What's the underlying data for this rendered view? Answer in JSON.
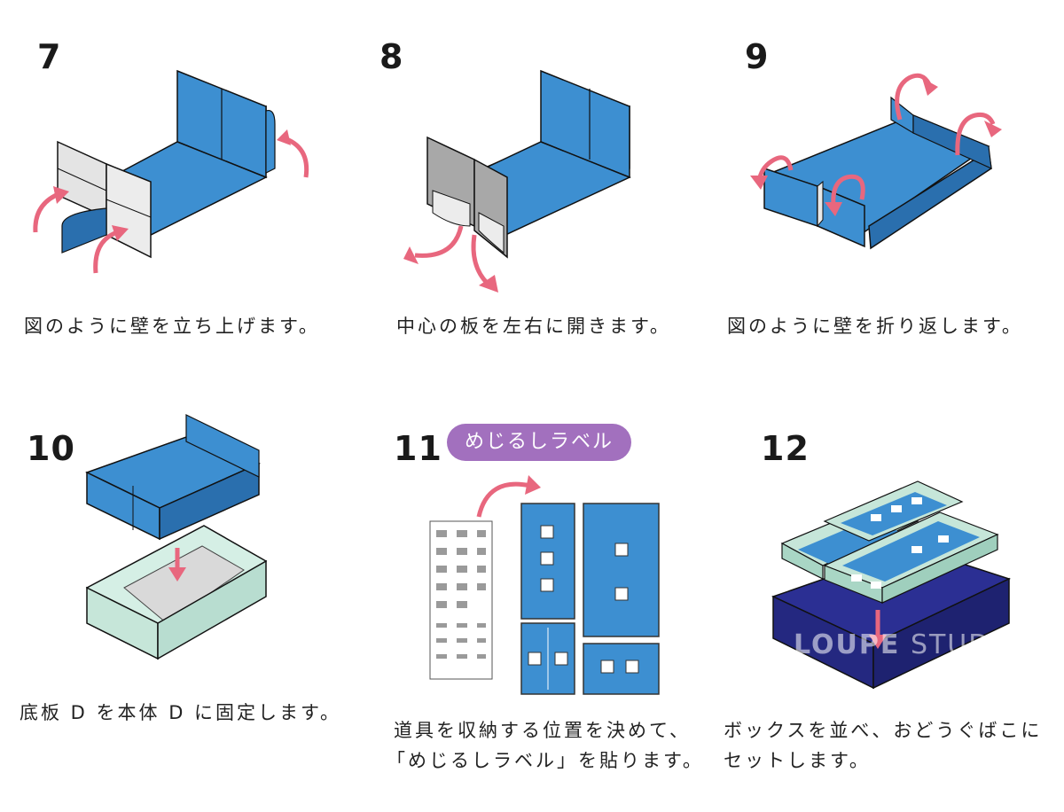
{
  "steps": [
    {
      "number": "7",
      "caption": "図のように壁を立ち上げます。"
    },
    {
      "number": "8",
      "caption": "中心の板を左右に開きます。"
    },
    {
      "number": "9",
      "caption": "図のように壁を折り返します。"
    },
    {
      "number": "10",
      "caption": "底板 D を本体 D に固定します。"
    },
    {
      "number": "11",
      "caption_line1": "道具を収納する位置を決めて、",
      "caption_line2": "「めじるしラベル」を貼ります。",
      "label_tag": "めじるしラベル"
    },
    {
      "number": "12",
      "caption_line1": "ボックスを並べ、おどうぐばこに",
      "caption_line2": "セットします。"
    }
  ],
  "watermark": {
    "brand": "LOUPE",
    "suffix": "STUDIO"
  },
  "colors": {
    "blue": "#3d8fd1",
    "blue_dark": "#2a6fae",
    "grey": "#d9d9d9",
    "arrow": "#e8677e",
    "mint": "#c6e6d9",
    "navy": "#2b2f93",
    "pill": "#a270be"
  }
}
